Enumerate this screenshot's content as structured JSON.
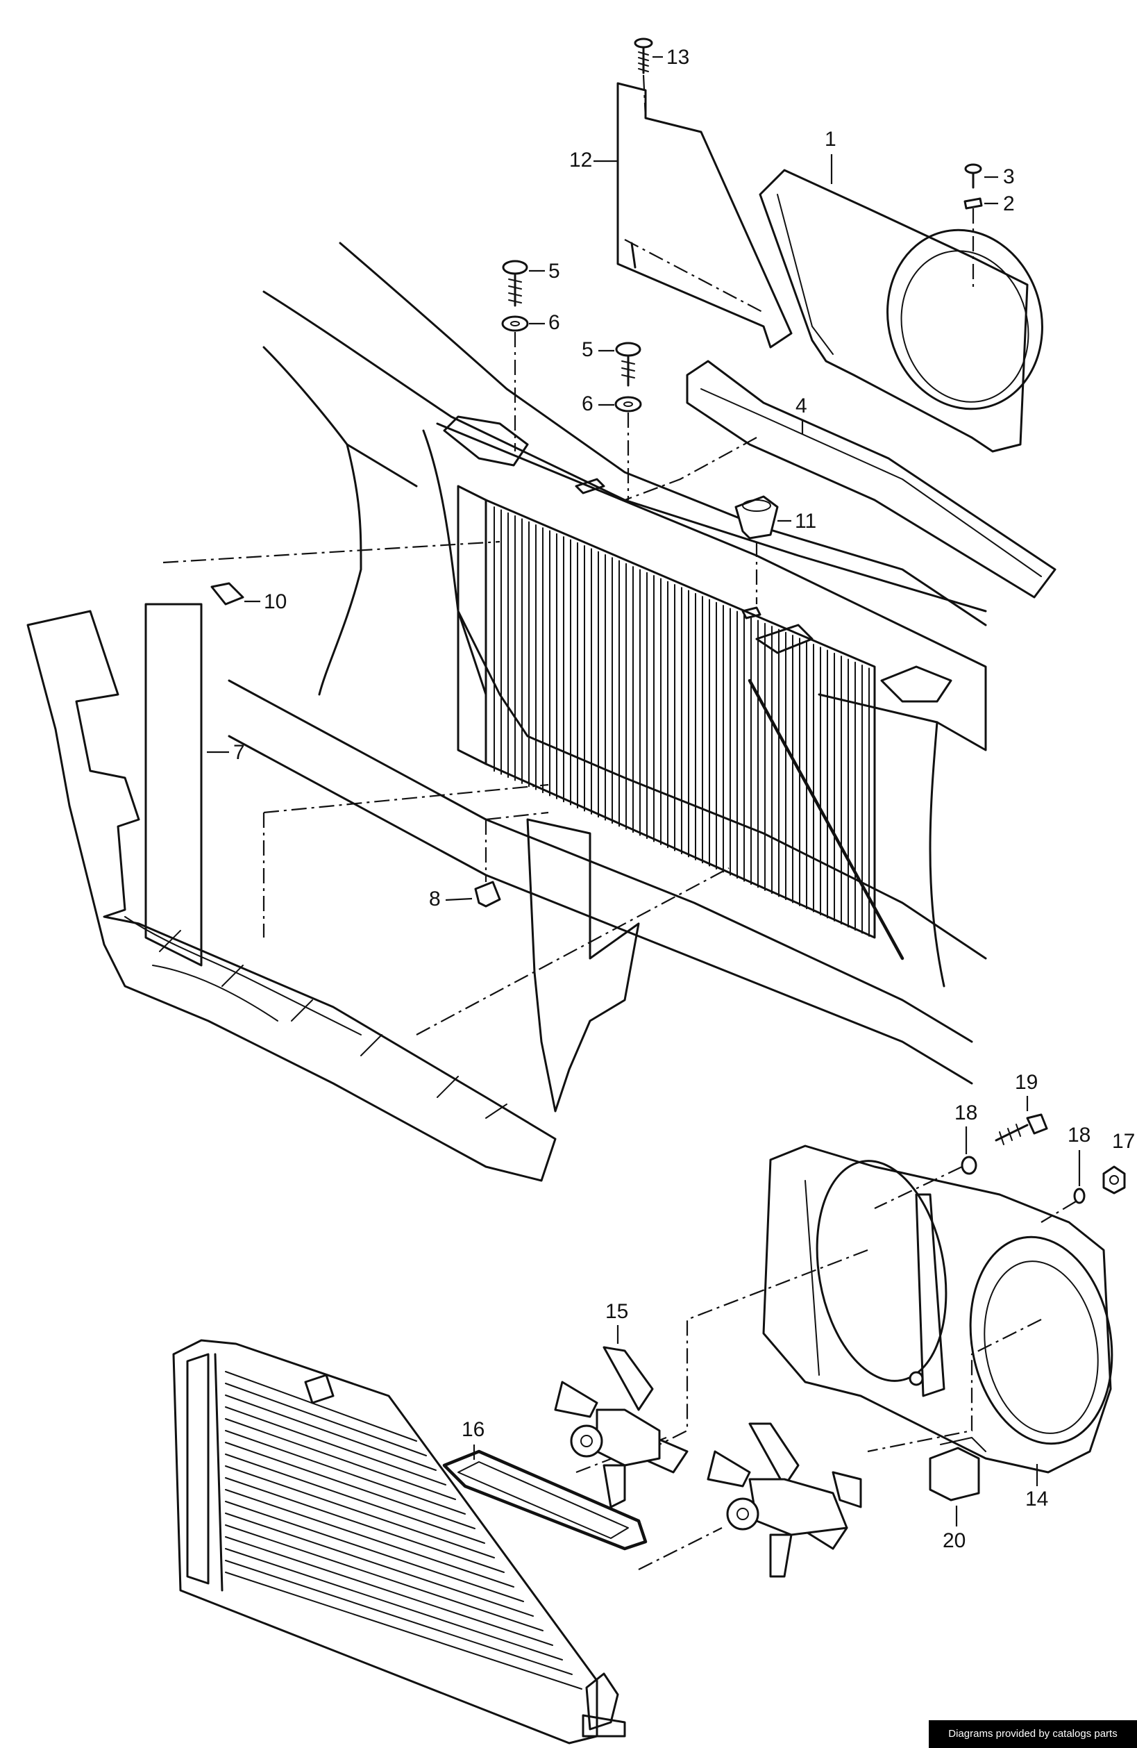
{
  "diagram": {
    "callouts": [
      {
        "id": "c1",
        "label": "1"
      },
      {
        "id": "c2",
        "label": "2"
      },
      {
        "id": "c3",
        "label": "3"
      },
      {
        "id": "c4",
        "label": "4"
      },
      {
        "id": "c5a",
        "label": "5"
      },
      {
        "id": "c5b",
        "label": "5"
      },
      {
        "id": "c6a",
        "label": "6"
      },
      {
        "id": "c6b",
        "label": "6"
      },
      {
        "id": "c7",
        "label": "7"
      },
      {
        "id": "c8",
        "label": "8"
      },
      {
        "id": "c10",
        "label": "10"
      },
      {
        "id": "c11",
        "label": "11"
      },
      {
        "id": "c12",
        "label": "12"
      },
      {
        "id": "c13",
        "label": "13"
      },
      {
        "id": "c14",
        "label": "14"
      },
      {
        "id": "c15",
        "label": "15"
      },
      {
        "id": "c16",
        "label": "16"
      },
      {
        "id": "c17",
        "label": "17"
      },
      {
        "id": "c18a",
        "label": "18"
      },
      {
        "id": "c18b",
        "label": "18"
      },
      {
        "id": "c19",
        "label": "19"
      },
      {
        "id": "c20",
        "label": "20"
      }
    ]
  },
  "footer": {
    "credit": "Diagrams provided by catalogs parts"
  }
}
